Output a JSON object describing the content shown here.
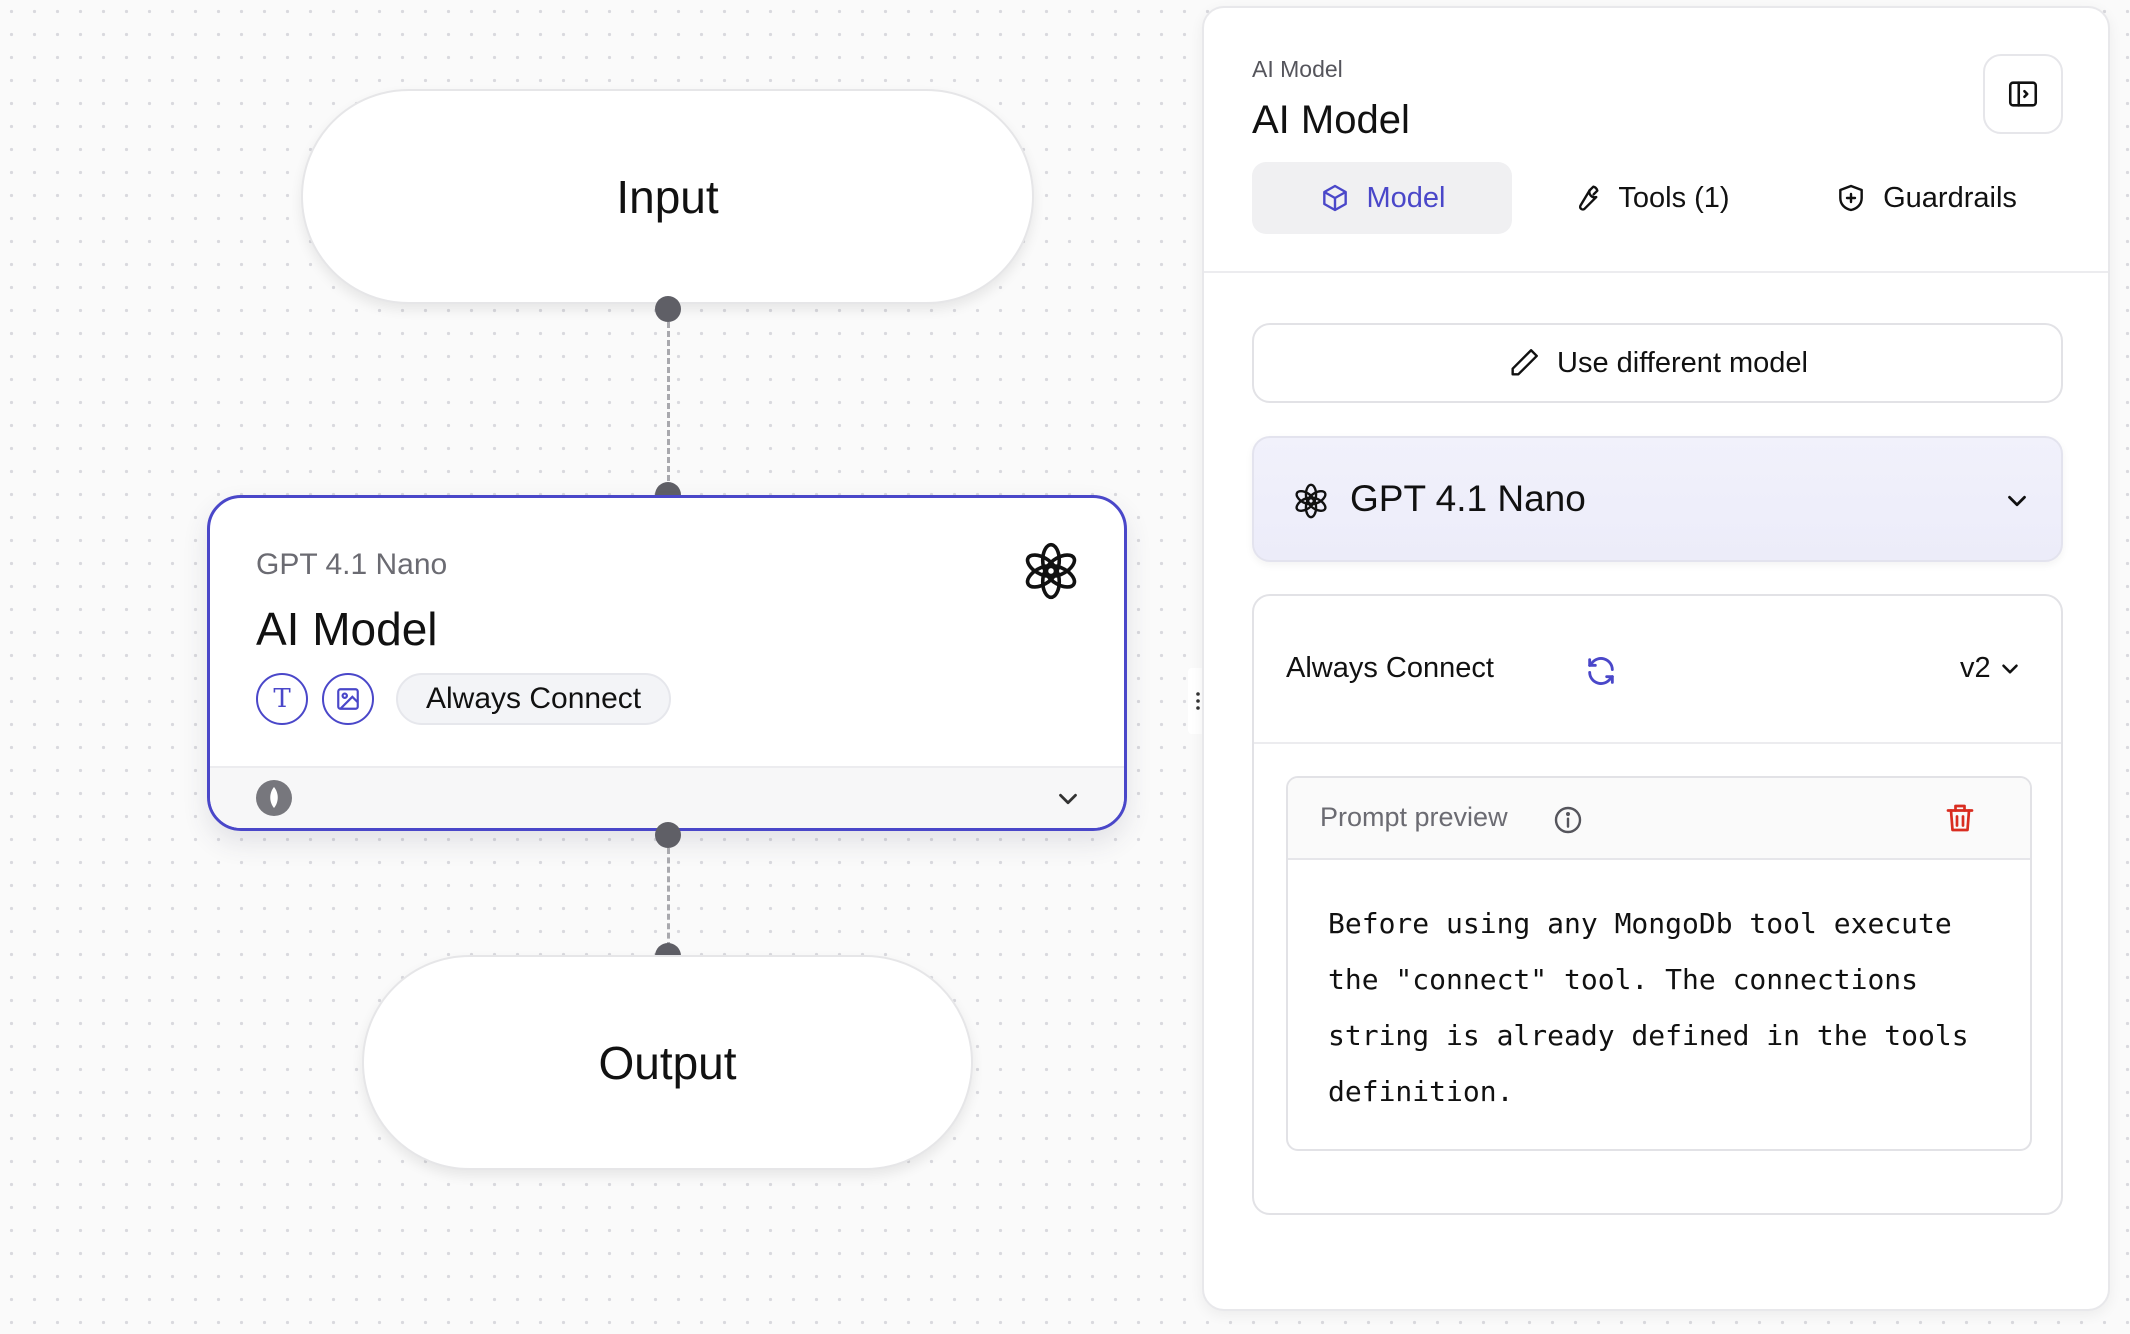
{
  "canvas": {
    "input_node": {
      "label": "Input"
    },
    "output_node": {
      "label": "Output"
    },
    "ai_node": {
      "subtitle": "GPT 4.1 Nano",
      "title": "AI Model",
      "capability_text_icon": "T",
      "tag": "Always Connect",
      "logo_icon": "openai-logo-icon",
      "footer_icon": "mongodb-leaf-icon"
    }
  },
  "panel": {
    "subtitle": "AI Model",
    "title": "AI Model",
    "tabs": [
      {
        "label": "Model",
        "icon": "cube-icon",
        "active": true
      },
      {
        "label": "Tools (1)",
        "icon": "wrench-icon",
        "active": false
      },
      {
        "label": "Guardrails",
        "icon": "shield-icon",
        "active": false
      }
    ],
    "use_different_model_label": "Use different model",
    "model_select": {
      "value": "GPT 4.1 Nano"
    },
    "prompt": {
      "name": "Always Connect",
      "version": "v2",
      "preview_label": "Prompt preview",
      "preview_text": "Before using any MongoDb tool execute\nthe \"connect\" tool. The connections\nstring is already defined in the tools\ndefinition."
    }
  },
  "colors": {
    "accent": "#4a47c9",
    "danger": "#d92d20",
    "node_gray": "#5f5f66"
  }
}
